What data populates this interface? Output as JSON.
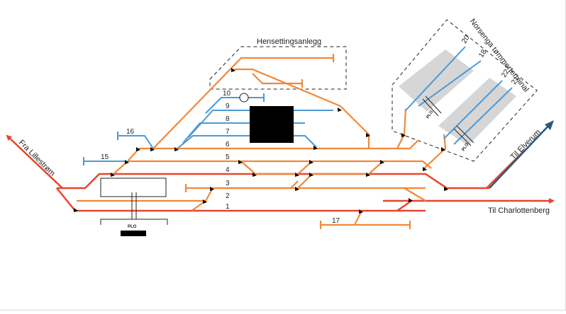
{
  "colors": {
    "main_line": "#e8452c",
    "station_track": "#f0883a",
    "blue_track": "#4a9ad6",
    "elverum_arrow": "#2a5a78",
    "building": "#000000",
    "terminal_fill": "#d6d6d6"
  },
  "labels": {
    "fra_lillestrom": "Fra Lillestrøm",
    "til_charlottenberg": "Til Charlottenberg",
    "til_elverum": "Til Elverum",
    "hensettingsanlegg": "Hensettingsanlegg",
    "norsenga": "Norsenga tømmerterminal",
    "plo_main": "PLO",
    "plo_upper": "PLO",
    "plo_lower": "PLO"
  },
  "tracks": {
    "t1": "1",
    "t2": "2",
    "t3": "3",
    "t4": "4",
    "t5": "5",
    "t6": "6",
    "t7": "7",
    "t8": "8",
    "t9": "9",
    "t10": "10",
    "t15": "15",
    "t16": "16",
    "t17": "17",
    "t18": "18",
    "t20": "20",
    "t21": "21",
    "t22": "22"
  }
}
